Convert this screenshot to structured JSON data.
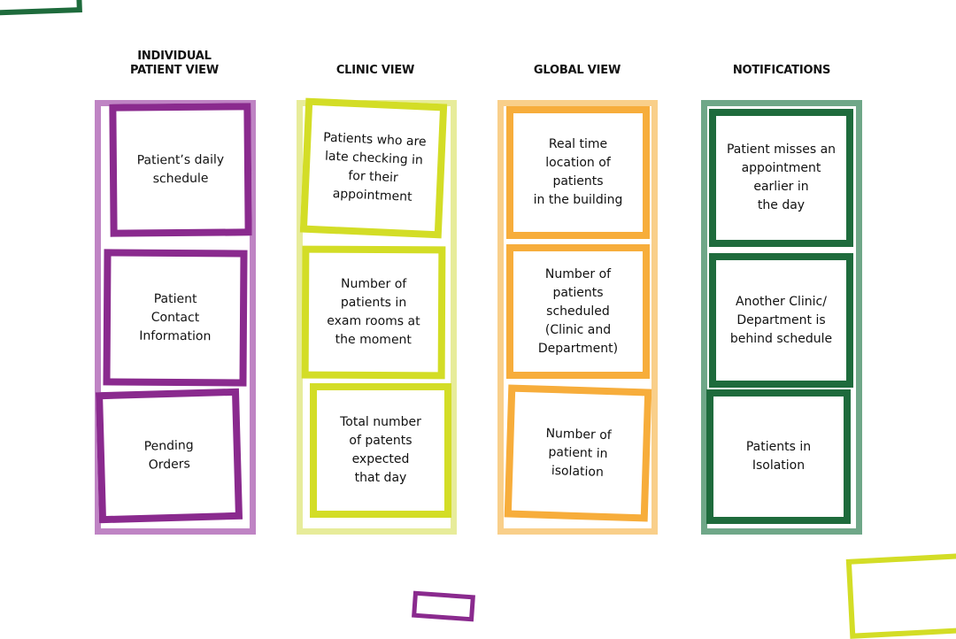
{
  "colors": {
    "purple": "#8a2a8e",
    "purple_light": "#bf84c4",
    "lime": "#d3dd26",
    "lime_light": "#e7ec9a",
    "orange": "#f7ad3b",
    "orange_light": "#f9cf8a",
    "green": "#1e6b3c",
    "green_light": "#6fa788"
  },
  "columns": [
    {
      "heading": "INDIVIDUAL\nPATIENT VIEW",
      "cards": [
        "Patient’s daily\nschedule",
        "Patient\nContact\nInformation",
        "Pending\nOrders"
      ]
    },
    {
      "heading": "CLINIC VIEW",
      "cards": [
        "Patients who are\nlate checking in\nfor their\nappointment",
        "Number of\npatients in\nexam rooms at\nthe moment",
        "Total number\nof patents\nexpected\nthat day"
      ]
    },
    {
      "heading": "GLOBAL VIEW",
      "cards": [
        "Real time\nlocation of patients\nin the building",
        "Number of\npatients scheduled\n(Clinic and\nDepartment)",
        "Number of\npatient in\nisolation"
      ]
    },
    {
      "heading": "NOTIFICATIONS",
      "cards": [
        "Patient misses an\nappointment\nearlier in\nthe day",
        "Another Clinic/\nDepartment is\nbehind schedule",
        "Patients in\nIsolation"
      ]
    }
  ]
}
